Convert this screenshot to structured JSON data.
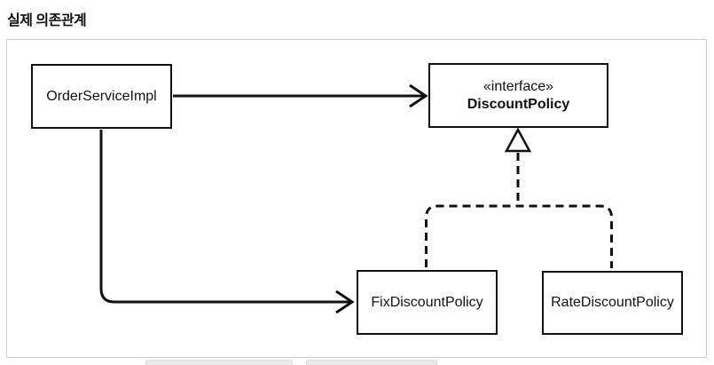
{
  "page": {
    "title": "실제 의존관계"
  },
  "diagram": {
    "nodes": [
      {
        "id": "order-service-impl",
        "label": "OrderServiceImpl"
      },
      {
        "id": "discount-policy",
        "stereotype": "«interface»",
        "label": "DiscountPolicy"
      },
      {
        "id": "fix-discount-policy",
        "label": "FixDiscountPolicy"
      },
      {
        "id": "rate-discount-policy",
        "label": "RateDiscountPolicy"
      }
    ],
    "edges": [
      {
        "from": "OrderServiceImpl",
        "to": "DiscountPolicy",
        "type": "dependency",
        "style": "solid-open-arrow"
      },
      {
        "from": "OrderServiceImpl",
        "to": "FixDiscountPolicy",
        "type": "dependency",
        "style": "solid-open-arrow"
      },
      {
        "from": "FixDiscountPolicy",
        "to": "DiscountPolicy",
        "type": "realization",
        "style": "dashed-hollow-triangle"
      },
      {
        "from": "RateDiscountPolicy",
        "to": "DiscountPolicy",
        "type": "realization",
        "style": "dashed-hollow-triangle"
      }
    ],
    "colors": {
      "line": "#111111",
      "node_border": "#111111",
      "node_fill": "#ffffff",
      "panel_border": "#cccccc",
      "background": "#ffffff",
      "cutoff_bar_fill": "#ebebeb"
    }
  }
}
